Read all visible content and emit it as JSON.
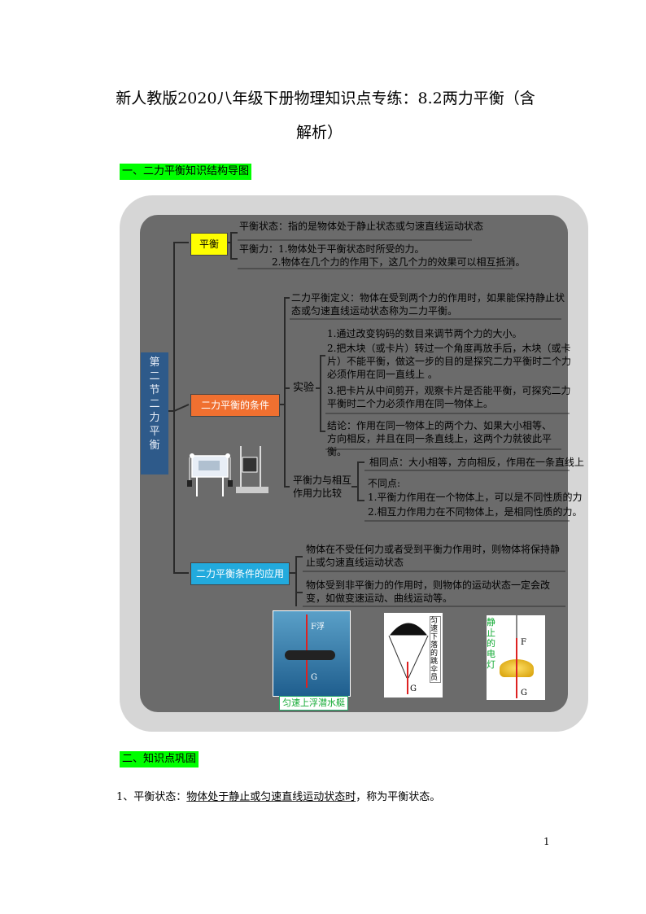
{
  "doc": {
    "title_line1": "新人教版2020八年级下册物理知识点专练：8.2两力平衡（含",
    "title_line2": "解析）",
    "section1": "一、二力平衡知识结构导图",
    "section2": "二、知识点巩固",
    "point1_label": "1、平衡状态：",
    "point1_underlined": "物体处于静止或匀速直线运动状态时",
    "point1_tail": "，称为平衡状态。",
    "page_number": "1"
  },
  "map": {
    "root": "第二节二力平衡",
    "branch1": "平衡",
    "b1_state": "平衡状态：指的是物体处于静止状态或匀速直线运动状态",
    "b1_force_1": "平衡力：1.物体处于平衡状态时所受的力。",
    "b1_force_2": "2.物体在几个力的作用下，这几个力的效果可以相互抵消。",
    "branch2": "二力平衡的条件",
    "b2_def": "二力平衡定义：物体在受到两个力的作用时，如果能保持静止状态或匀速直线运动状态称为二力平衡。",
    "b2_exp_label": "实验",
    "b2_exp_1": "1.通过改变钩码的数目来调节两个力的大小。",
    "b2_exp_2": "2.把木块（或卡片）转过一个角度再放手后，木块（或卡片）不能平衡，做这一步的目的是探究二力平衡时二个力必须作用在同一直线上 。",
    "b2_exp_3": "3.把卡片从中间剪开，观察卡片是否能平衡，可探究二力平衡时二个力必须作用在同一物体上。",
    "b2_concl": "结论：作用在同一物体上的两个力、如果大小相等、方向相反，并且在同一条直线上，这两个力就彼此平衡。",
    "b2_cmp_label": "平衡力与相互作用力比较",
    "b2_same": "相同点：大小相等，方向相反，作用在一条直线上",
    "b2_diff": "不同点:",
    "b2_diff_1": "1.平衡力作用在一个物体上，可以是不同性质的力",
    "b2_diff_2": "2.相互力作用力在不同物体上，是相同性质的力。",
    "branch3": "二力平衡条件的应用",
    "b3_1": "物体在不受任何力或者受到平衡力作用时，则物体将保持静止或匀速直线运动状态",
    "b3_2": "物体受到非平衡力的作用时，则物体的运动状态一定会改变，如做变速运动、曲线运动等。",
    "img1_caption": "匀速上浮潜水艇",
    "img1_f": "F浮",
    "img1_g": "G",
    "img2_caption": "匀速下落的跳伞员",
    "img2_g": "G",
    "img3_caption": "静止的电灯",
    "img3_f": "F",
    "img3_g": "G"
  }
}
